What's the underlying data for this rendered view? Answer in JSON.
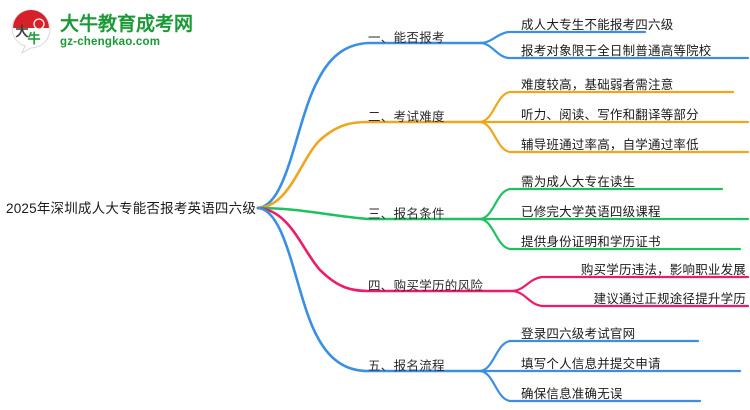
{
  "logo": {
    "name": "大牛教育成考网",
    "website": "gz-chengkao.com",
    "mark_text": "大牛",
    "brand_green": "#1a9a36",
    "brand_red": "#d6212a"
  },
  "mindmap": {
    "central_topic": "2025年深圳成人大专能否报考英语四六级",
    "branches": [
      {
        "label": "一、能否报考",
        "color": "#3b8fe3",
        "children": [
          {
            "text": "成人大专生不能报考四六级"
          },
          {
            "text": "报考对象限于全日制普通高等院校"
          }
        ]
      },
      {
        "label": "二、考试难度",
        "color": "#f0a51e",
        "children": [
          {
            "text": "难度较高，基础弱者需注意"
          },
          {
            "text": "听力、阅读、写作和翻译等部分"
          },
          {
            "text": "辅导班通过率高，自学通过率低"
          }
        ]
      },
      {
        "label": "三、报名条件",
        "color": "#1fc15f",
        "children": [
          {
            "text": "需为成人大专在读生"
          },
          {
            "text": "已修完大学英语四级课程"
          },
          {
            "text": "提供身份证明和学历证书"
          }
        ]
      },
      {
        "label": "四、购买学历的风险",
        "color": "#ef1islands",
        "children": [
          {
            "text": "购买学历违法，影响职业发展"
          },
          {
            "text": "建议通过正规途径提升学历"
          }
        ]
      },
      {
        "label": "五、报名流程",
        "color": "#3b8fe3",
        "children": [
          {
            "text": "登录四六级考试官网"
          },
          {
            "text": "填写个人信息并提交申请"
          },
          {
            "text": "确保信息准确无误"
          }
        ]
      }
    ]
  },
  "colors": {
    "branch_1": "#3b8fe3",
    "branch_2": "#f0a51e",
    "branch_3": "#1fc15f",
    "branch_4": "#ec1c6a",
    "branch_5": "#3b8fe3",
    "text": "#1a1a1a",
    "background": "#ffffff"
  }
}
